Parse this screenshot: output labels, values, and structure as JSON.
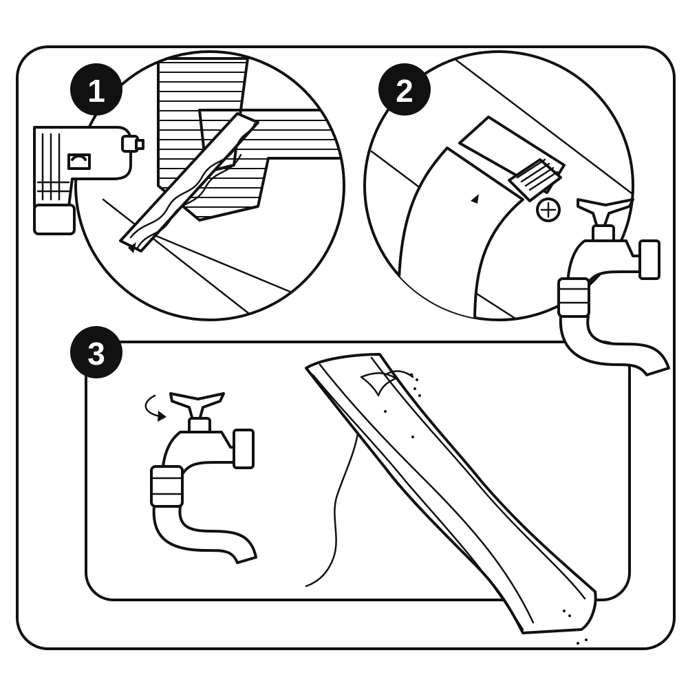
{
  "steps": [
    {
      "number": "1"
    },
    {
      "number": "2"
    },
    {
      "number": "3"
    }
  ],
  "colors": {
    "ink": "#111111",
    "paper": "#ffffff"
  }
}
